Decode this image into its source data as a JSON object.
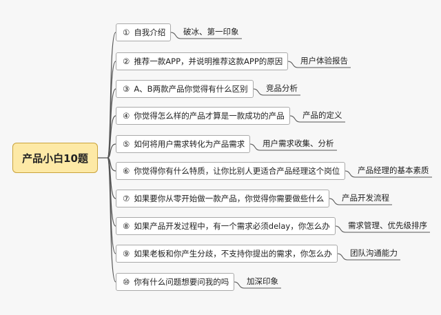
{
  "root": {
    "label": "产品小白10题"
  },
  "questions": [
    {
      "num": "①",
      "text": "自我介绍",
      "answer": "破冰、第一印象"
    },
    {
      "num": "②",
      "text": "推荐一款APP，并说明推荐这款APP的原因",
      "answer": "用户体验报告"
    },
    {
      "num": "③",
      "text": "A、B两款产品你觉得有什么区别",
      "answer": "竞品分析"
    },
    {
      "num": "④",
      "text": "你觉得怎么样的产品才算是一款成功的产品",
      "answer": "产品的定义"
    },
    {
      "num": "⑤",
      "text": "如何将用户需求转化为产品需求",
      "answer": "用户需求收集、分析"
    },
    {
      "num": "⑥",
      "text": "你觉得你有什么特质，让你比别人更适合产品经理这个岗位",
      "answer": "产品经理的基本素质"
    },
    {
      "num": "⑦",
      "text": "如果要你从零开始做一款产品，你觉得你需要做些什么",
      "answer": "产品开发流程"
    },
    {
      "num": "⑧",
      "text": "如果产品开发过程中，有一个需求必须delay，你怎么办",
      "answer": "需求管理、优先级排序"
    },
    {
      "num": "⑨",
      "text": "如果老板和你产生分歧，不支持你提出的需求，你怎么办",
      "answer": "团队沟通能力"
    },
    {
      "num": "⑩",
      "text": "你有什么问题想要问我的吗",
      "answer": "加深印象"
    }
  ]
}
